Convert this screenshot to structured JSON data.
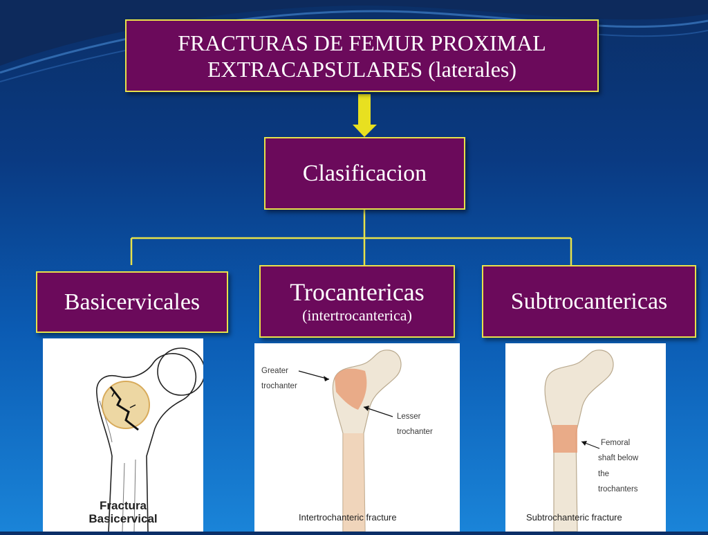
{
  "title_line1": "FRACTURAS DE FEMUR PROXIMAL",
  "title_line2": "EXTRACAPSULARES (laterales)",
  "classification": "Clasificacion",
  "categories": [
    {
      "label": "Basicervicales"
    },
    {
      "label": "Trocantericas",
      "sublabel": "(intertrocanterica)"
    },
    {
      "label": "Subtrocantericas"
    }
  ],
  "images": {
    "basicervical": {
      "caption_line1": "Fractura",
      "caption_line2": "Basicervical"
    },
    "intertrochanteric": {
      "label_greater_1": "Greater",
      "label_greater_2": "trochanter",
      "label_lesser_1": "Lesser",
      "label_lesser_2": "trochanter",
      "caption": "Intertrochanteric fracture"
    },
    "subtrochanteric": {
      "label_1": "Femoral",
      "label_2": "shaft below",
      "label_3": "the",
      "label_4": "trochanters",
      "caption": "Subtrochanteric fracture"
    }
  },
  "colors": {
    "box_fill": "#6b0a5b",
    "box_border": "#e8e24a",
    "connector": "#e8e24a",
    "arrow": "#e8e020",
    "highlight": "#e8a07a"
  }
}
